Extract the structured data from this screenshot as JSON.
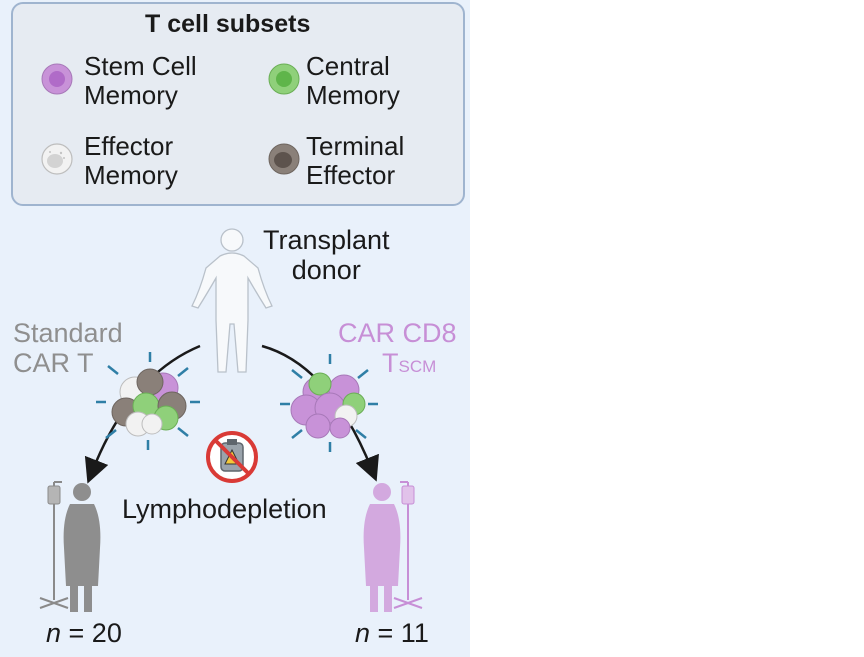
{
  "legend": {
    "title": "T cell subsets",
    "items": [
      {
        "label_1": "Stem Cell",
        "label_2": "Memory",
        "icon": "stem-cell-memory-cell-icon",
        "color": "#c892d8",
        "core": "#b06bc8"
      },
      {
        "label_1": "Central",
        "label_2": "Memory",
        "icon": "central-memory-cell-icon",
        "color": "#8fd07a",
        "core": "#5fb54a"
      },
      {
        "label_1": "Effector",
        "label_2": "Memory",
        "icon": "effector-memory-cell-icon",
        "color": "#f2f2f2",
        "core": "#d3d3d3"
      },
      {
        "label_1": "Terminal",
        "label_2": "Effector",
        "icon": "terminal-effector-cell-icon",
        "color": "#8a8079",
        "core": "#5d534d"
      }
    ]
  },
  "donor": {
    "label_1": "Transplant",
    "label_2": "donor"
  },
  "standard": {
    "label_1": "Standard",
    "label_2": "CAR T",
    "color": "#8f8f8f"
  },
  "scm": {
    "label_1": "CAR CD8",
    "label_2_main": "T",
    "label_2_sub": "SCM",
    "color": "#c78fd6"
  },
  "lymphodepletion": {
    "label": "Lymphodepletion",
    "icon": "no-lymphodepletion-icon"
  },
  "counts": {
    "left": {
      "n": "n",
      "eq": " = 20"
    },
    "right": {
      "n": "n",
      "eq": " = 11"
    }
  },
  "colors": {
    "panel": "#e9f1fb",
    "legend_border": "#9fb4cf",
    "receptor": "#2f7fa6"
  }
}
